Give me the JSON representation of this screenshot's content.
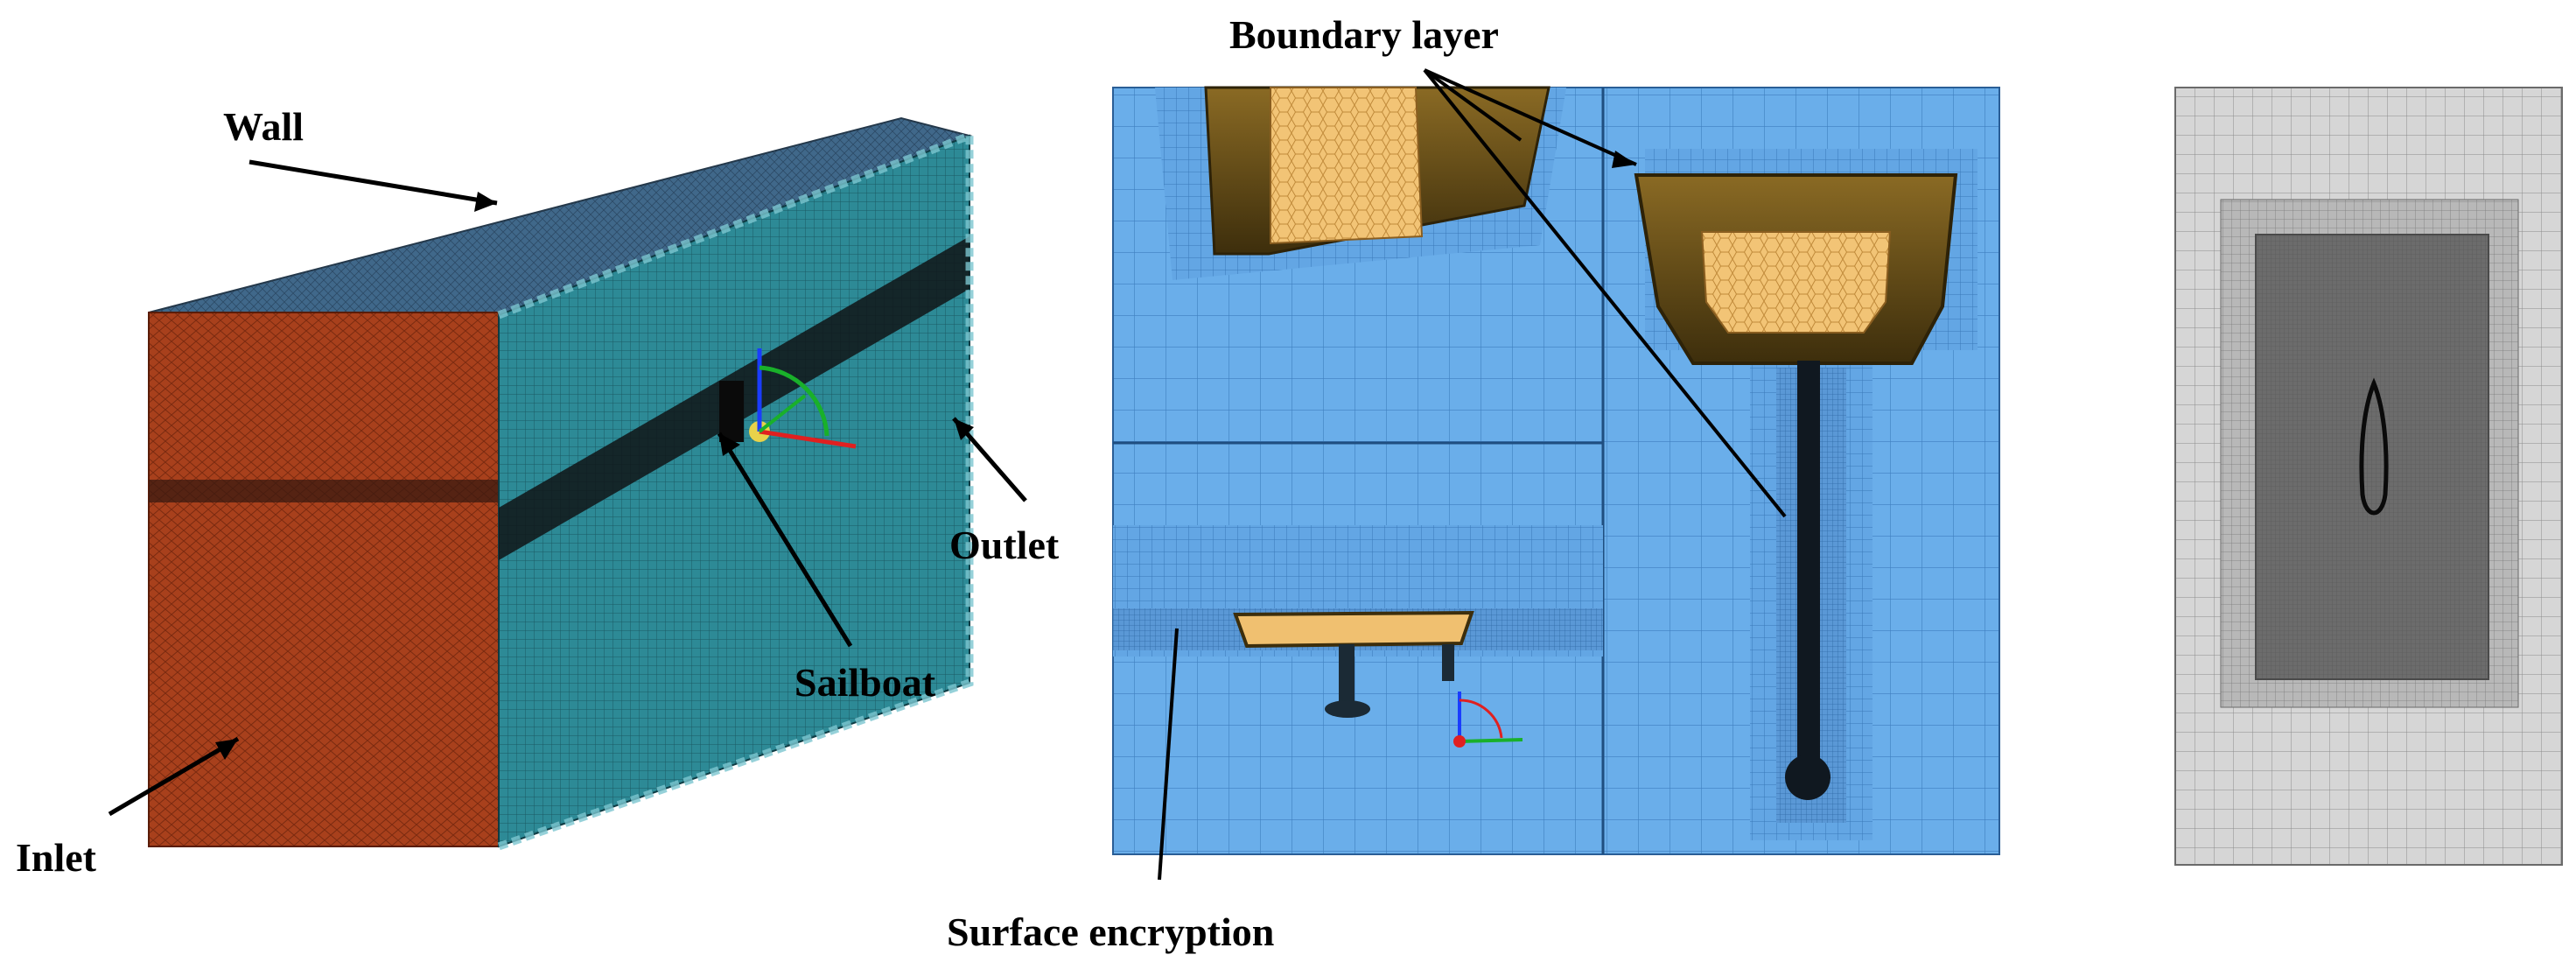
{
  "labels": {
    "wall": "Wall",
    "inlet": "Inlet",
    "outlet": "Outlet",
    "sailboat": "Sailboat",
    "boundary_layer": "Boundary layer",
    "surface_encryption": "Surface encryption"
  },
  "colors": {
    "inlet_face": "#a8401c",
    "side_face": "#2d8a96",
    "top_face": "#3f6a86",
    "mesh_bg": "#6aaeea",
    "hull_fill": "#f0c070",
    "hull_shadow": "#6b5218",
    "keel": "#1b2a35",
    "gray_mesh": "#cfcfcf",
    "gray_dense": "#6c6c6c"
  },
  "icons": {
    "axis_triad": "axis-triad-icon"
  }
}
